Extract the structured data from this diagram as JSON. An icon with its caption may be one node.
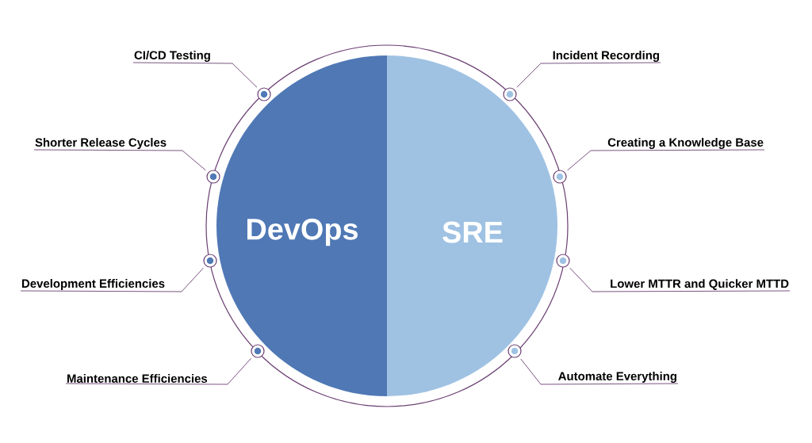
{
  "diagram": {
    "nodes": [
      {
        "text": [
          "DevOps"
        ]
      },
      {
        "text": [
          "SRE"
        ]
      },
      {
        "text": [
          "CI/CD Testing"
        ]
      },
      {
        "text": [
          "Incident Recording"
        ]
      },
      {
        "text": [
          "Shorter Release Cycles"
        ]
      },
      {
        "text": [
          "Creating a Knowledge Base"
        ]
      },
      {
        "text": [
          "Development Efficiencies"
        ]
      },
      {
        "text": [
          "Lower MTTR and Quicker MTTD"
        ]
      },
      {
        "text": [
          "Maintenance Efficiencies"
        ]
      },
      {
        "text": [
          "Automate Everything"
        ]
      },
      {
        "text": [],
        "shape": "circle"
      },
      {
        "text": [],
        "shape": "circle"
      },
      {
        "text": [],
        "shape": "circle"
      },
      {
        "text": [],
        "shape": "circle"
      },
      {
        "text": [],
        "shape": "circle"
      },
      {
        "text": [],
        "shape": "circle"
      },
      {
        "text": [],
        "shape": "circle"
      },
      {
        "text": [],
        "shape": "circle"
      }
    ],
    "edges": [
      {
        "from": 2,
        "to": 10,
        "arrow": "none"
      },
      {
        "from": 3,
        "to": 11,
        "arrow": "none"
      },
      {
        "from": 4,
        "to": 12,
        "arrow": "none"
      },
      {
        "from": 5,
        "to": 13,
        "arrow": "none"
      },
      {
        "from": 6,
        "to": 14,
        "arrow": "none"
      },
      {
        "from": 7,
        "to": 15,
        "arrow": "none"
      },
      {
        "from": 8,
        "to": 16,
        "arrow": "none"
      },
      {
        "from": 9,
        "to": 17,
        "arrow": "none"
      }
    ]
  }
}
